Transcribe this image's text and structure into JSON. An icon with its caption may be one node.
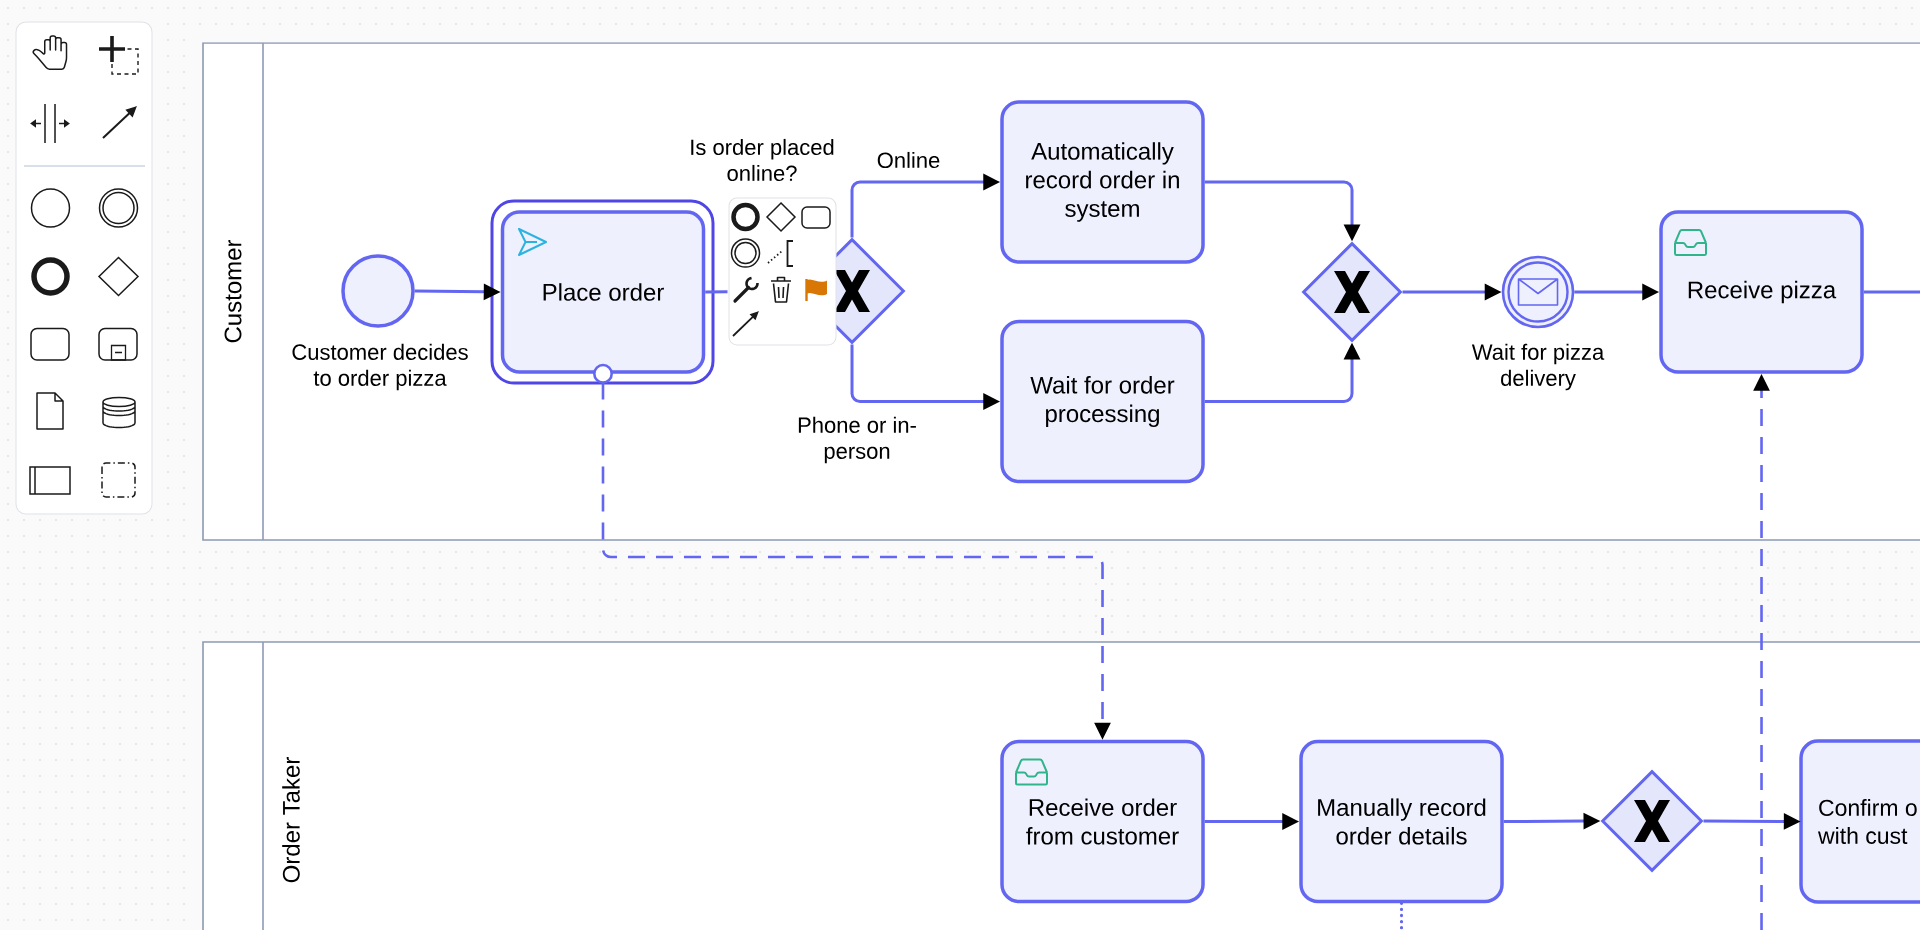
{
  "diagram": {
    "nodes": [
      {
        "text": [
          "Customer"
        ]
      },
      {
        "text": [],
        "shape": "circle",
        "beside": [
          "Customer decides to order pizza"
        ],
        "in": 0
      },
      {
        "text": [
          "Place order"
        ],
        "in": 0
      },
      {
        "text": [],
        "shape": "diamond",
        "in": 0
      },
      {
        "text": [
          "Automatically record order in system"
        ],
        "in": 0
      },
      {
        "text": [
          "Wait for order processing"
        ],
        "in": 0
      },
      {
        "text": [],
        "shape": "diamond",
        "in": 0
      },
      {
        "text": [],
        "shape": "circle",
        "beside": [
          "Wait for pizza delivery"
        ],
        "in": 0
      },
      {
        "text": [
          "Receive pizza"
        ],
        "in": 0
      },
      {
        "text": [
          "Order Taker"
        ]
      },
      {
        "text": [
          "Receive order from customer"
        ],
        "in": 9
      },
      {
        "text": [
          "Manually record order details"
        ],
        "in": 9
      },
      {
        "text": [],
        "shape": "diamond",
        "in": 9
      },
      {
        "text": [
          "Confirm o with cust"
        ],
        "in": 9
      }
    ],
    "edges": [
      {
        "from": 1,
        "to": 2,
        "arrow": "to"
      },
      {
        "from": 2,
        "to": 3,
        "arrow": "none"
      },
      {
        "from": 3,
        "to": 4,
        "arrow": "to",
        "label": "Online"
      },
      {
        "from": 3,
        "to": 5,
        "arrow": "to",
        "label": "Phone or in-person"
      },
      {
        "from": 4,
        "to": 6,
        "arrow": "to"
      },
      {
        "from": 5,
        "to": 6,
        "arrow": "to"
      },
      {
        "from": 6,
        "to": 7,
        "arrow": "to"
      },
      {
        "from": 7,
        "to": 8,
        "arrow": "to"
      },
      {
        "from": 8,
        "to": null,
        "arrow": "none"
      },
      {
        "from": 2,
        "to": 10,
        "arrow": "to",
        "style": "dashed"
      },
      {
        "from": 9,
        "to": 8,
        "arrow": "to",
        "style": "dashed"
      },
      {
        "from": 10,
        "to": 11,
        "arrow": "to"
      },
      {
        "from": 11,
        "to": 12,
        "arrow": "to"
      },
      {
        "from": 12,
        "to": 13,
        "arrow": "to"
      },
      {
        "from": 11,
        "to": null,
        "arrow": "none",
        "style": "dashed"
      }
    ],
    "labels": [
      "Is order placed online?"
    ]
  }
}
